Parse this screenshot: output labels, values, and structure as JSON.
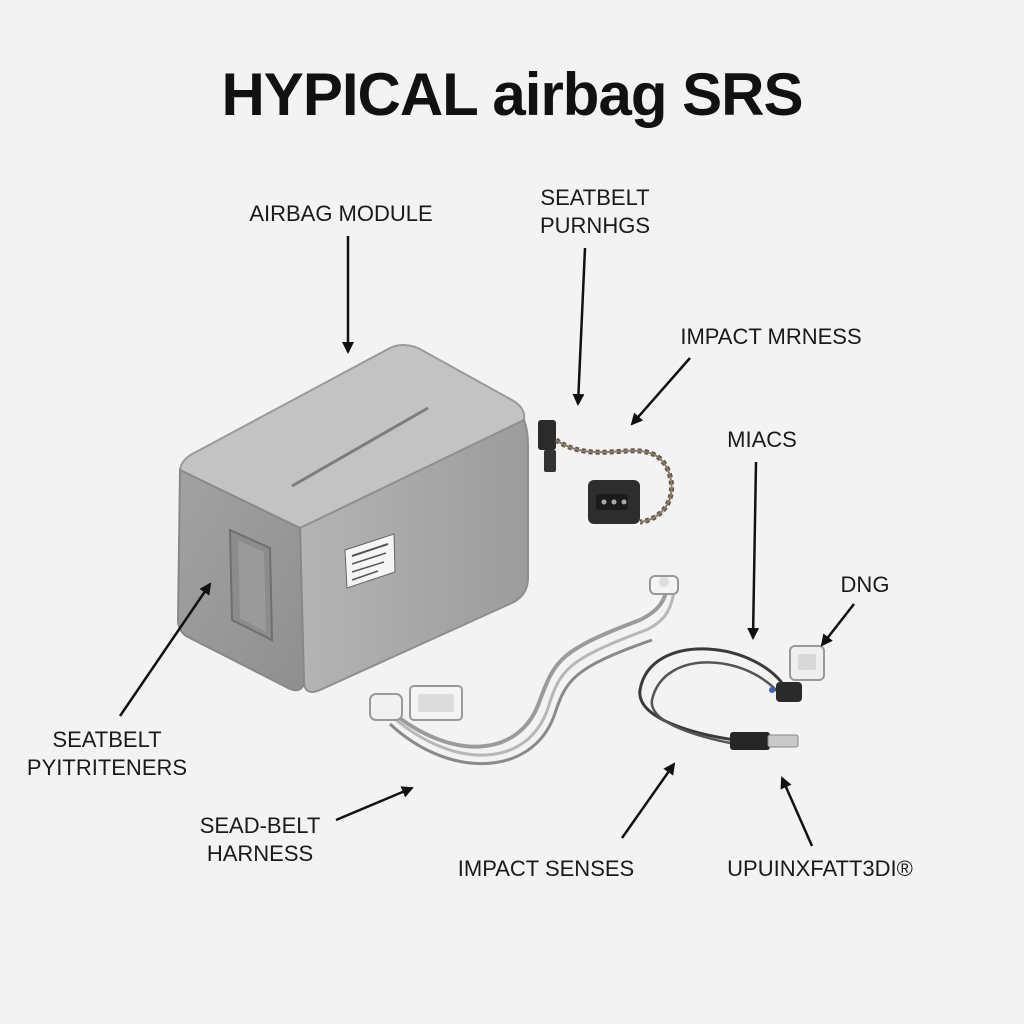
{
  "title": "HYPICAL airbag SRS",
  "labels": {
    "airbag_module": "AIRBAG MODULE",
    "seatbelt_purnings_1": "SEATBELT",
    "seatbelt_purnings_2": "PURNHGS",
    "impact_mrness": "IMPACT MRNESS",
    "miacs": "MIACS",
    "dng": "DNG",
    "seatbelt_pyitriteners_1": "SEATBELT",
    "seatbelt_pyitriteners_2": "PYITRITENERS",
    "sead_belt_harness_1": "SEAD-BELT",
    "sead_belt_harness_2": "HARNESS",
    "impact_senses": "IMPACT SENSES",
    "upuinxfattdi": "UPUINXFATT3DI®"
  },
  "colors": {
    "background": "#f3f3f3",
    "module_body": "#a9a9a9",
    "module_top": "#bfbfbf",
    "cable_dark": "#3a3a3a",
    "arrow": "#111111"
  }
}
